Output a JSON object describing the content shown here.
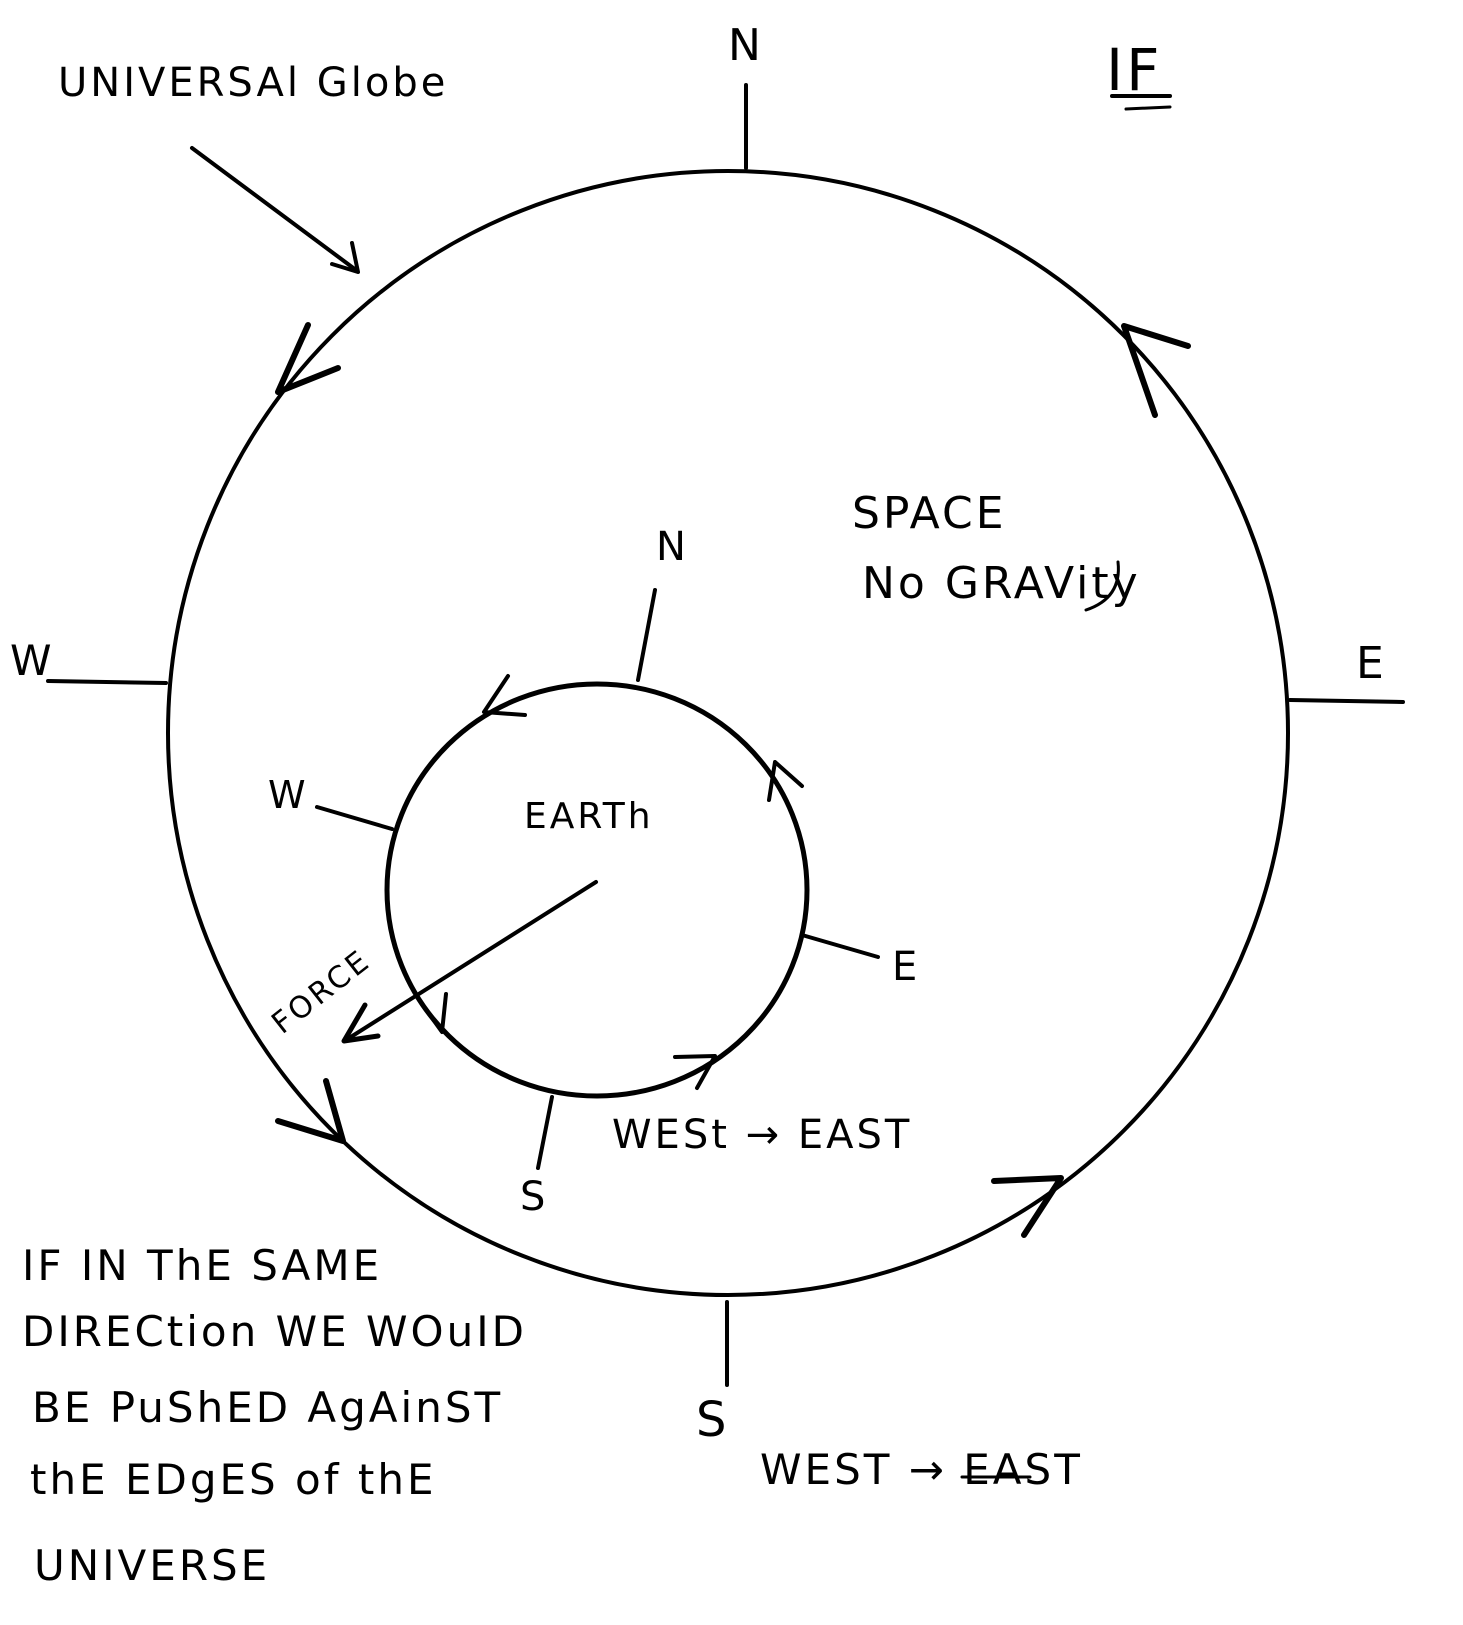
{
  "labels": {
    "top_left": "UNIVERSAl Globe",
    "top_right": "IF",
    "space_line1": "SPACE",
    "space_line2": "No GRAVity",
    "earth": "EARTh",
    "force": "FORCE",
    "inner_direction": "WESt → EAST",
    "outer_direction": "WEST → EAST"
  },
  "compass_outer": {
    "n": "N",
    "s": "S",
    "e": "E",
    "w": "W"
  },
  "compass_inner": {
    "n": "N",
    "s": "S",
    "e": "E",
    "w": "W"
  },
  "note_lines": [
    "IF IN  ThE SAME",
    "DIRECtion WE WOuID",
    "BE  PuShED  AgAinST",
    "thE  EDgES  of  thE",
    "UNIVERSE"
  ],
  "colors": {
    "ink": "#000000",
    "paper": "#ffffff"
  }
}
